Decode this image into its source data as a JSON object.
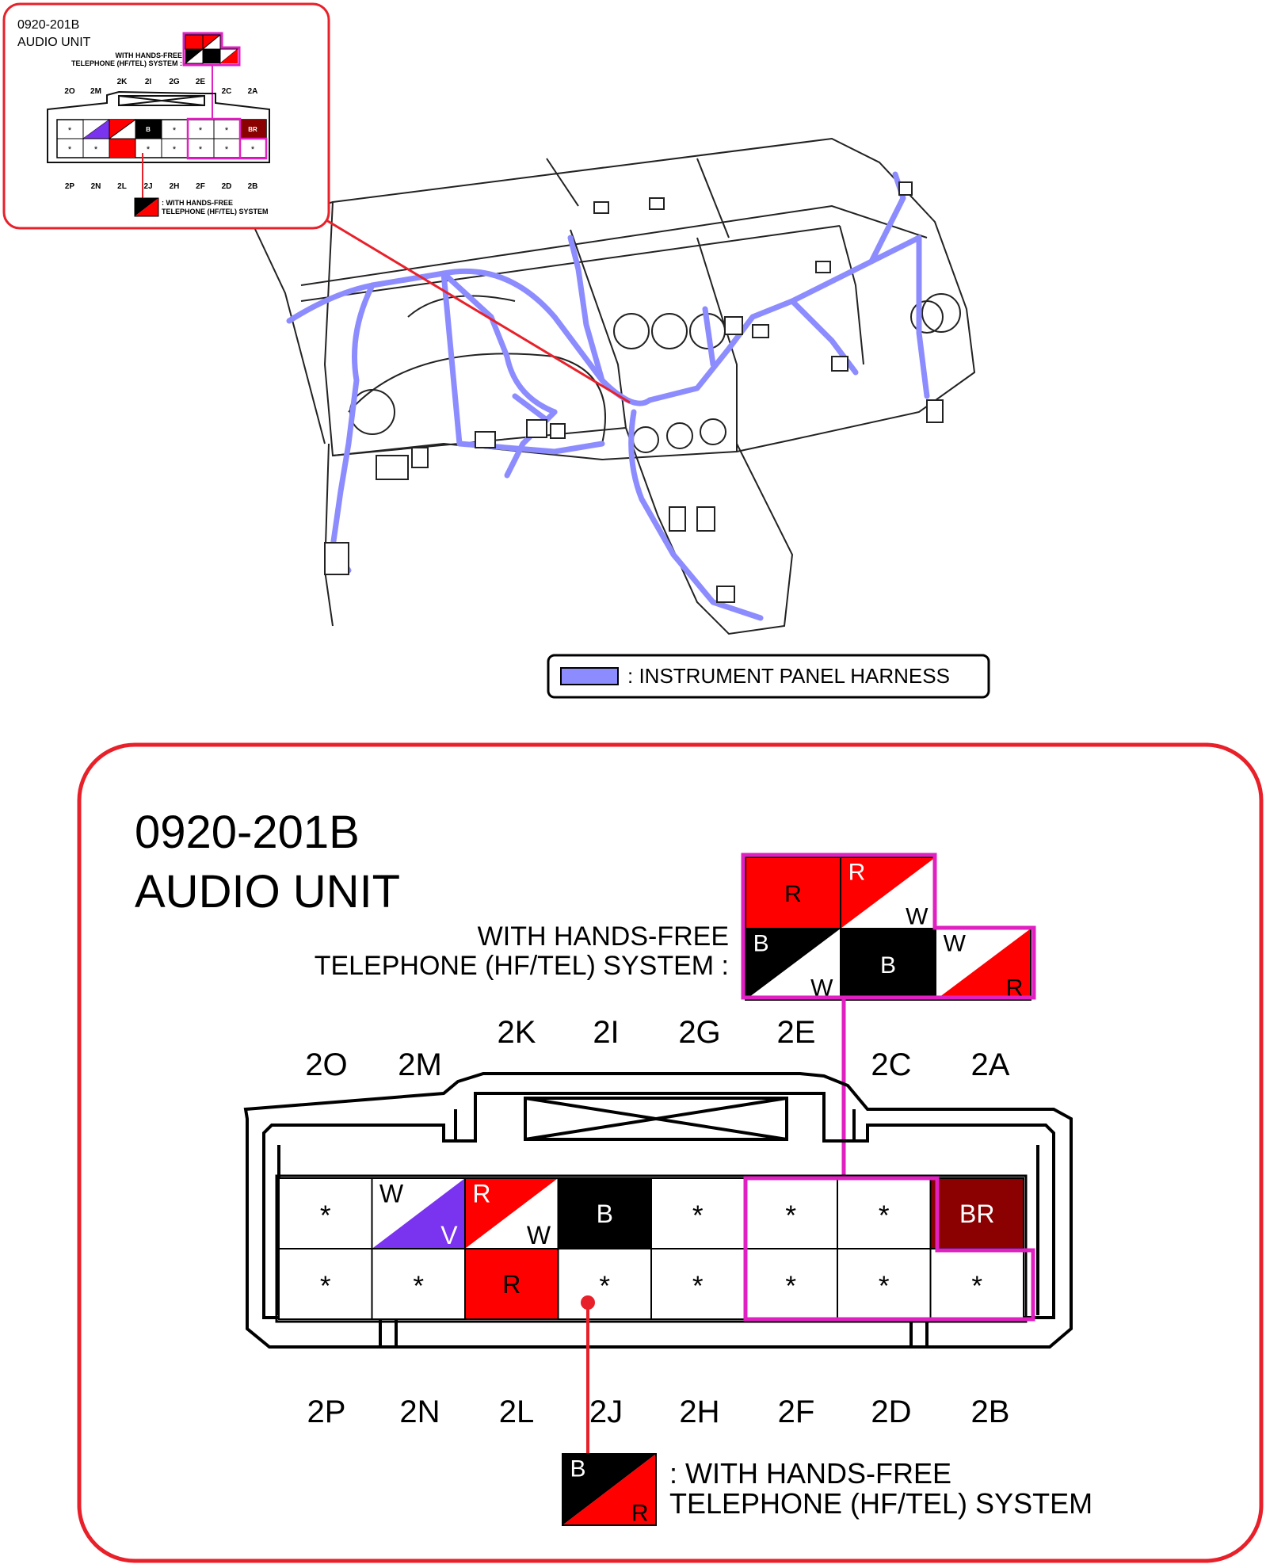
{
  "connector_id": "0920-201B",
  "connector_name": "AUDIO UNIT",
  "hf_line1": "WITH HANDS-FREE",
  "hf_line2": "TELEPHONE (HF/TEL) SYSTEM :",
  "legend_hf_line1": ": WITH HANDS-FREE",
  "legend_hf_line2": "TELEPHONE (HF/TEL) SYSTEM",
  "harness_legend": ": INSTRUMENT PANEL HARNESS",
  "colors": {
    "accent_red": "#e8202a",
    "highlight_magenta": "#e020c0",
    "harness_blue": "#8c8cff",
    "wire_R": "#ff0000",
    "wire_B": "#000000",
    "wire_W": "#ffffff",
    "wire_V": "#7a33ee",
    "wire_BR": "#8b0000"
  },
  "top_labels": [
    {
      "id": "2O",
      "text": "2O"
    },
    {
      "id": "2M",
      "text": "2M"
    },
    {
      "id": "2K",
      "text": "2K"
    },
    {
      "id": "2I",
      "text": "2I"
    },
    {
      "id": "2G",
      "text": "2G"
    },
    {
      "id": "2E",
      "text": "2E"
    },
    {
      "id": "2C",
      "text": "2C"
    },
    {
      "id": "2A",
      "text": "2A"
    }
  ],
  "bottom_labels": [
    {
      "id": "2P",
      "text": "2P"
    },
    {
      "id": "2N",
      "text": "2N"
    },
    {
      "id": "2L",
      "text": "2L"
    },
    {
      "id": "2J",
      "text": "2J"
    },
    {
      "id": "2H",
      "text": "2H"
    },
    {
      "id": "2F",
      "text": "2F"
    },
    {
      "id": "2D",
      "text": "2D"
    },
    {
      "id": "2B",
      "text": "2B"
    }
  ],
  "pins_top": [
    {
      "pin": "2O",
      "type": "none",
      "text": "*"
    },
    {
      "pin": "2M",
      "type": "split",
      "a": "W",
      "b": "V"
    },
    {
      "pin": "2K",
      "type": "split",
      "a": "R",
      "b": "W"
    },
    {
      "pin": "2I",
      "type": "solid",
      "color": "B"
    },
    {
      "pin": "2G",
      "type": "none",
      "text": "*"
    },
    {
      "pin": "2E",
      "type": "none",
      "text": "*"
    },
    {
      "pin": "2C",
      "type": "none",
      "text": "*"
    },
    {
      "pin": "2A",
      "type": "solid",
      "color": "BR"
    }
  ],
  "pins_bottom": [
    {
      "pin": "2P",
      "type": "none",
      "text": "*"
    },
    {
      "pin": "2N",
      "type": "none",
      "text": "*"
    },
    {
      "pin": "2L",
      "type": "solid",
      "color": "R"
    },
    {
      "pin": "2J",
      "type": "none",
      "text": "*"
    },
    {
      "pin": "2H",
      "type": "none",
      "text": "*"
    },
    {
      "pin": "2F",
      "type": "none",
      "text": "*"
    },
    {
      "pin": "2D",
      "type": "none",
      "text": "*"
    },
    {
      "pin": "2B",
      "type": "none",
      "text": "*"
    }
  ],
  "hf_pins_row1": [
    {
      "pin": "2E",
      "type": "solid",
      "color": "R"
    },
    {
      "pin": "2C",
      "type": "split",
      "a": "R",
      "b": "W"
    }
  ],
  "hf_pins_row2": [
    {
      "pin": "2F",
      "type": "split",
      "a": "B",
      "b": "W"
    },
    {
      "pin": "2D",
      "type": "solid",
      "color": "B"
    },
    {
      "pin": "2B",
      "type": "split",
      "a": "W",
      "b": "R"
    }
  ],
  "hf_legend_pin": {
    "type": "split",
    "a": "B",
    "b": "R"
  }
}
